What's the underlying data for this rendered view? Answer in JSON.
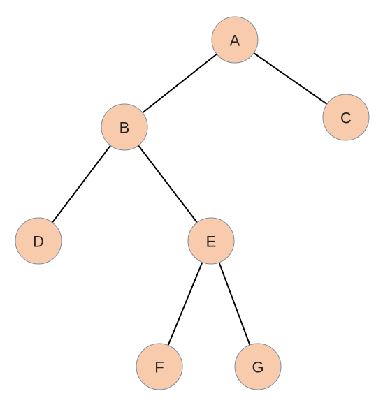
{
  "tree": {
    "nodes": [
      {
        "id": "A",
        "label": "A"
      },
      {
        "id": "B",
        "label": "B"
      },
      {
        "id": "C",
        "label": "C"
      },
      {
        "id": "D",
        "label": "D"
      },
      {
        "id": "E",
        "label": "E"
      },
      {
        "id": "F",
        "label": "F"
      },
      {
        "id": "G",
        "label": "G"
      }
    ],
    "edges": [
      {
        "from": "A",
        "to": "B"
      },
      {
        "from": "A",
        "to": "C"
      },
      {
        "from": "B",
        "to": "D"
      },
      {
        "from": "B",
        "to": "E"
      },
      {
        "from": "E",
        "to": "F"
      },
      {
        "from": "E",
        "to": "G"
      }
    ],
    "colors": {
      "node_fill": "#f8cbad",
      "node_stroke": "#7f8c99",
      "edge": "#000000",
      "label": "#222222"
    }
  }
}
